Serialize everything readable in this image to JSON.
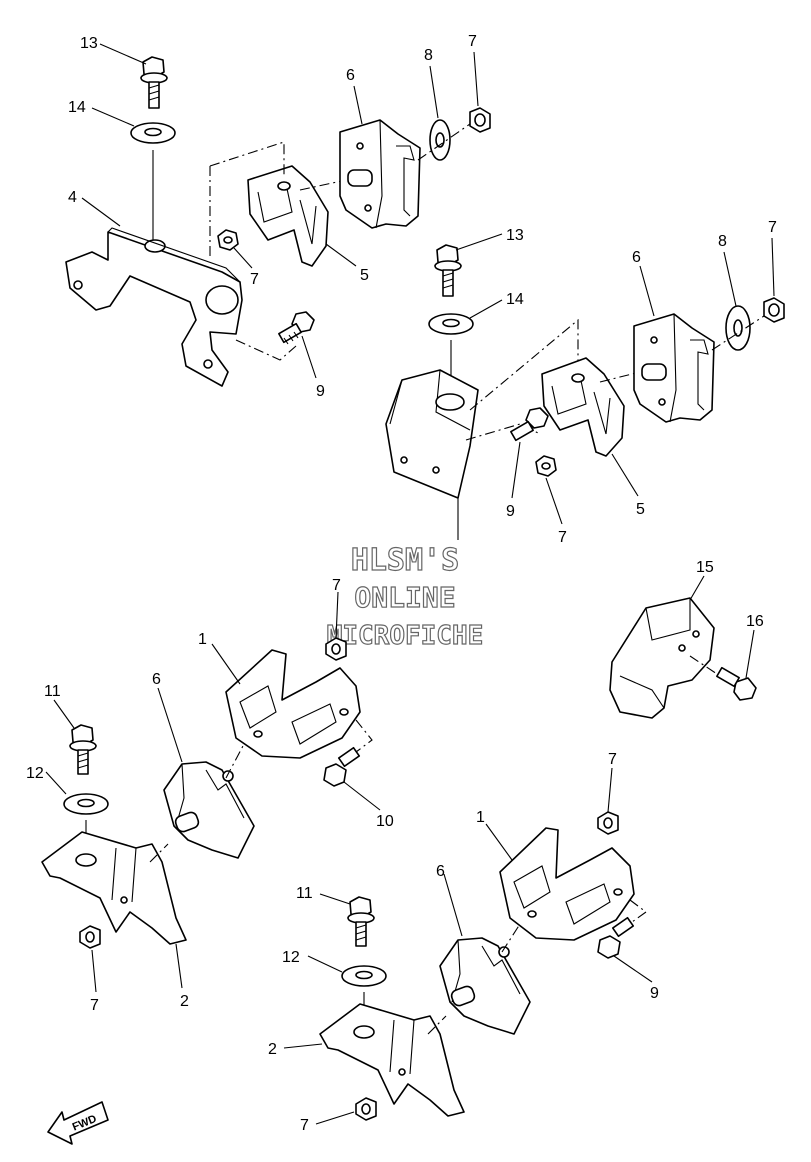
{
  "watermark": {
    "line1": "HLSM'S",
    "line2": "ONLINE",
    "line3": "MICROFICHE"
  },
  "fwd_label": "FWD",
  "callouts": {
    "top_a": [
      "13",
      "14",
      "4",
      "6",
      "8",
      "7",
      "7",
      "5",
      "9"
    ],
    "top_b": [
      "13",
      "14",
      "6",
      "8",
      "7",
      "9",
      "7",
      "5"
    ],
    "mid": [
      "7",
      "1",
      "6",
      "11",
      "12",
      "10",
      "2",
      "7",
      "15",
      "16"
    ],
    "low": [
      "7",
      "1",
      "6",
      "11",
      "12",
      "9",
      "2",
      "7"
    ]
  }
}
